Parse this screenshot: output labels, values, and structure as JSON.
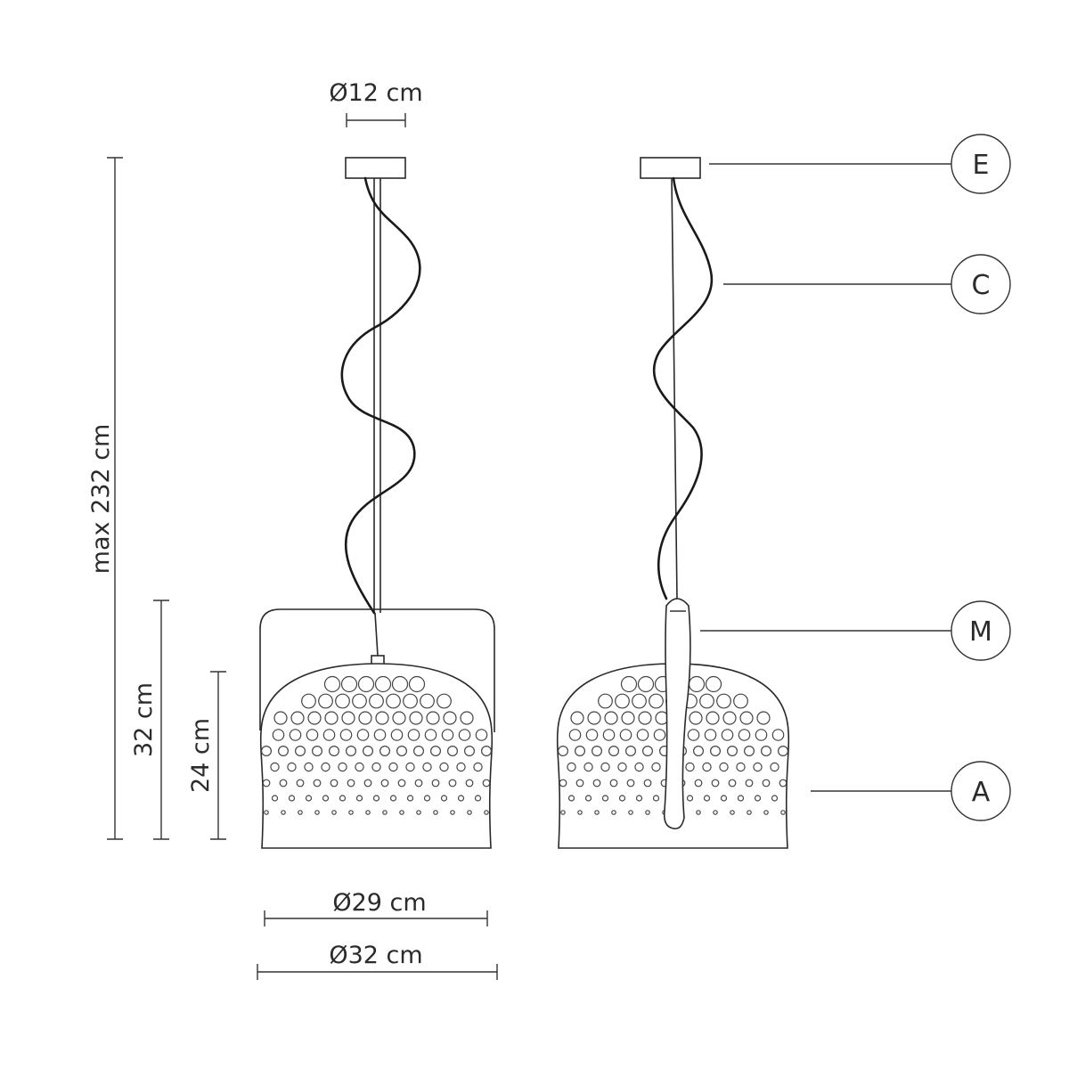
{
  "dimensions": {
    "canopy_diameter": "Ø12 cm",
    "max_height": "max 232 cm",
    "total_height": "32 cm",
    "shade_height": "24 cm",
    "shade_inner_diameter": "Ø29 cm",
    "shade_outer_diameter": "Ø32 cm"
  },
  "callouts": {
    "e": "E",
    "c": "C",
    "m": "M",
    "a": "A"
  }
}
